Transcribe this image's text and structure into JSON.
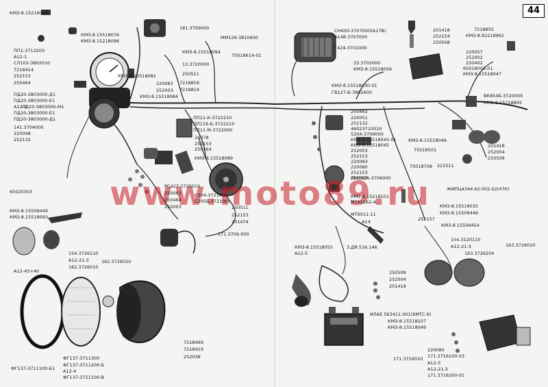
{
  "page_number": "44",
  "watermark": "www.moto89.ru",
  "labels": {
    "l01": "КМЗ-8.15218086",
    "l02": "КМЗ-8.15518076",
    "l03": "КМЗ-8.15218096",
    "l04": "181.3709000",
    "l05": "ММ126-3810600",
    "l06": "ПП1-3713200",
    "l07": "А12-1",
    "l08": "СЛ102-3802010",
    "l09": "7218414",
    "l10": "252153",
    "l11": "250464",
    "l12": "КМЗ-8.15518094",
    "l13": "75018614-01",
    "l14": "13.3720000",
    "l15": "250511",
    "l16": "КМЗ-8.15518081",
    "l17": "220083",
    "l18": "7218818",
    "l19": "252003",
    "l20": "7218819",
    "l21": "КМЗ-8.15518084",
    "l22": "ПД20-3803000-Д1",
    "l23": "ПД20-3803000-Е1",
    "l24": "А12-1",
    "l25": "ПД20-3803000-М1",
    "l26": "ПД20-3803000-Е1",
    "l27": "ПД20-3803000-Д1",
    "l28": "141.3704000",
    "l29": "220048",
    "l30": "252132",
    "l31": "ПП11-К-3722210",
    "l32": "ПП119-Б-3722210",
    "l33": "ПП11-М-3722000",
    "l34": "22078",
    "l35": "252153",
    "l36": "250464",
    "l37": "КМЗ-8.15518089",
    "l38": "РС427-3726010",
    "l39": "220083",
    "l40": "250464",
    "l41": "252003",
    "l42": "С304-3721000",
    "l43": "С205Б-3721000",
    "l44": "65020303",
    "l45": "КМЗ-8.15509449",
    "l46": "КМЗ-8.15518093",
    "l47": "250511",
    "l48": "252153",
    "l49": "201474",
    "l50": "171.3709.000",
    "l51": "154.3726110",
    "l52": "А12-21-3",
    "l53": "162.3726010",
    "l54": "162.3726010",
    "l55": "А12-45+40",
    "l56": "7218469",
    "l57": "7218419",
    "l58": "252038",
    "l59": "ФГ137-3711300",
    "l60": "ФГ137-3711200-Б",
    "l61": "А12-4",
    "l62": "ФГ137-3711100-Б1",
    "l63": "ФГ137-3711100-В",
    "r01": "СН430-3707000(А17В)",
    "r02": "А148-3707000",
    "r03": "Г424-3701000",
    "r04": "33.3702000",
    "r05": "КМЗ-8.15518056",
    "r06": "КМЗ-8.15518030-01",
    "r07": "ГВ127-Б-3802600",
    "r08": "201418",
    "r09": "252154",
    "r10": "250508",
    "r11": "7218855",
    "r12": "КМЗ-8.92218962",
    "r13": "220057",
    "r14": "252002",
    "r15": "250402",
    "r16": "65018003-01",
    "r17": "КМЗ-8.15518047",
    "r18": "ВК854Б-3720000",
    "r19": "КМЗ-8.15218805",
    "r20": "250462",
    "r21": "220051",
    "r22": "252132",
    "r23": "46023710010",
    "r24": "5204-3709000",
    "r25": "КМЗ-8.15518045-01",
    "r26": "КМЗ-8.15518045",
    "r27": "252003",
    "r28": "252153",
    "r29": "220083",
    "r30": "220080",
    "r31": "252153",
    "r32": "252003",
    "r33": "КМЗ-8.15518046",
    "r34": "75018501",
    "r35": "75018708",
    "r36": "221511",
    "r37": "201418",
    "r38": "252004",
    "r39": "250508",
    "r40": "ПМ302А-3706000",
    "r41": "ЖИПЦ4344.62.002-02(47К)",
    "r42": "КМЗ-8.15218101",
    "r43": "МТ611Б2-А",
    "r44": "КМЗ-8.15518035",
    "r45": "КМЗ-8.15509449",
    "r46": "252157",
    "r47": "МТ6011-11",
    "r48": "А14",
    "r49": "КМЗ-8.15509454",
    "r50": "154.3120110",
    "r51": "А12-21-3",
    "r52": "163.3726204",
    "r53": "163.3726010",
    "r54": "КМЗ-8.15518055",
    "r55": "3.ДЯ.516.146",
    "r56": "А12-5",
    "r57": "250508",
    "r58": "252004",
    "r59": "201418",
    "r60": "ИЛАЕ 563411.001(6МТС-9)",
    "r61": "КМЗ-8.15518107",
    "r62": "КМЗ-8.15518049",
    "r63": "220080",
    "r64": "171.3716100-03",
    "r65": "А12-5",
    "r66": "А12-21-3",
    "r67": "171.3716200-01",
    "r68": "171.3716010"
  }
}
